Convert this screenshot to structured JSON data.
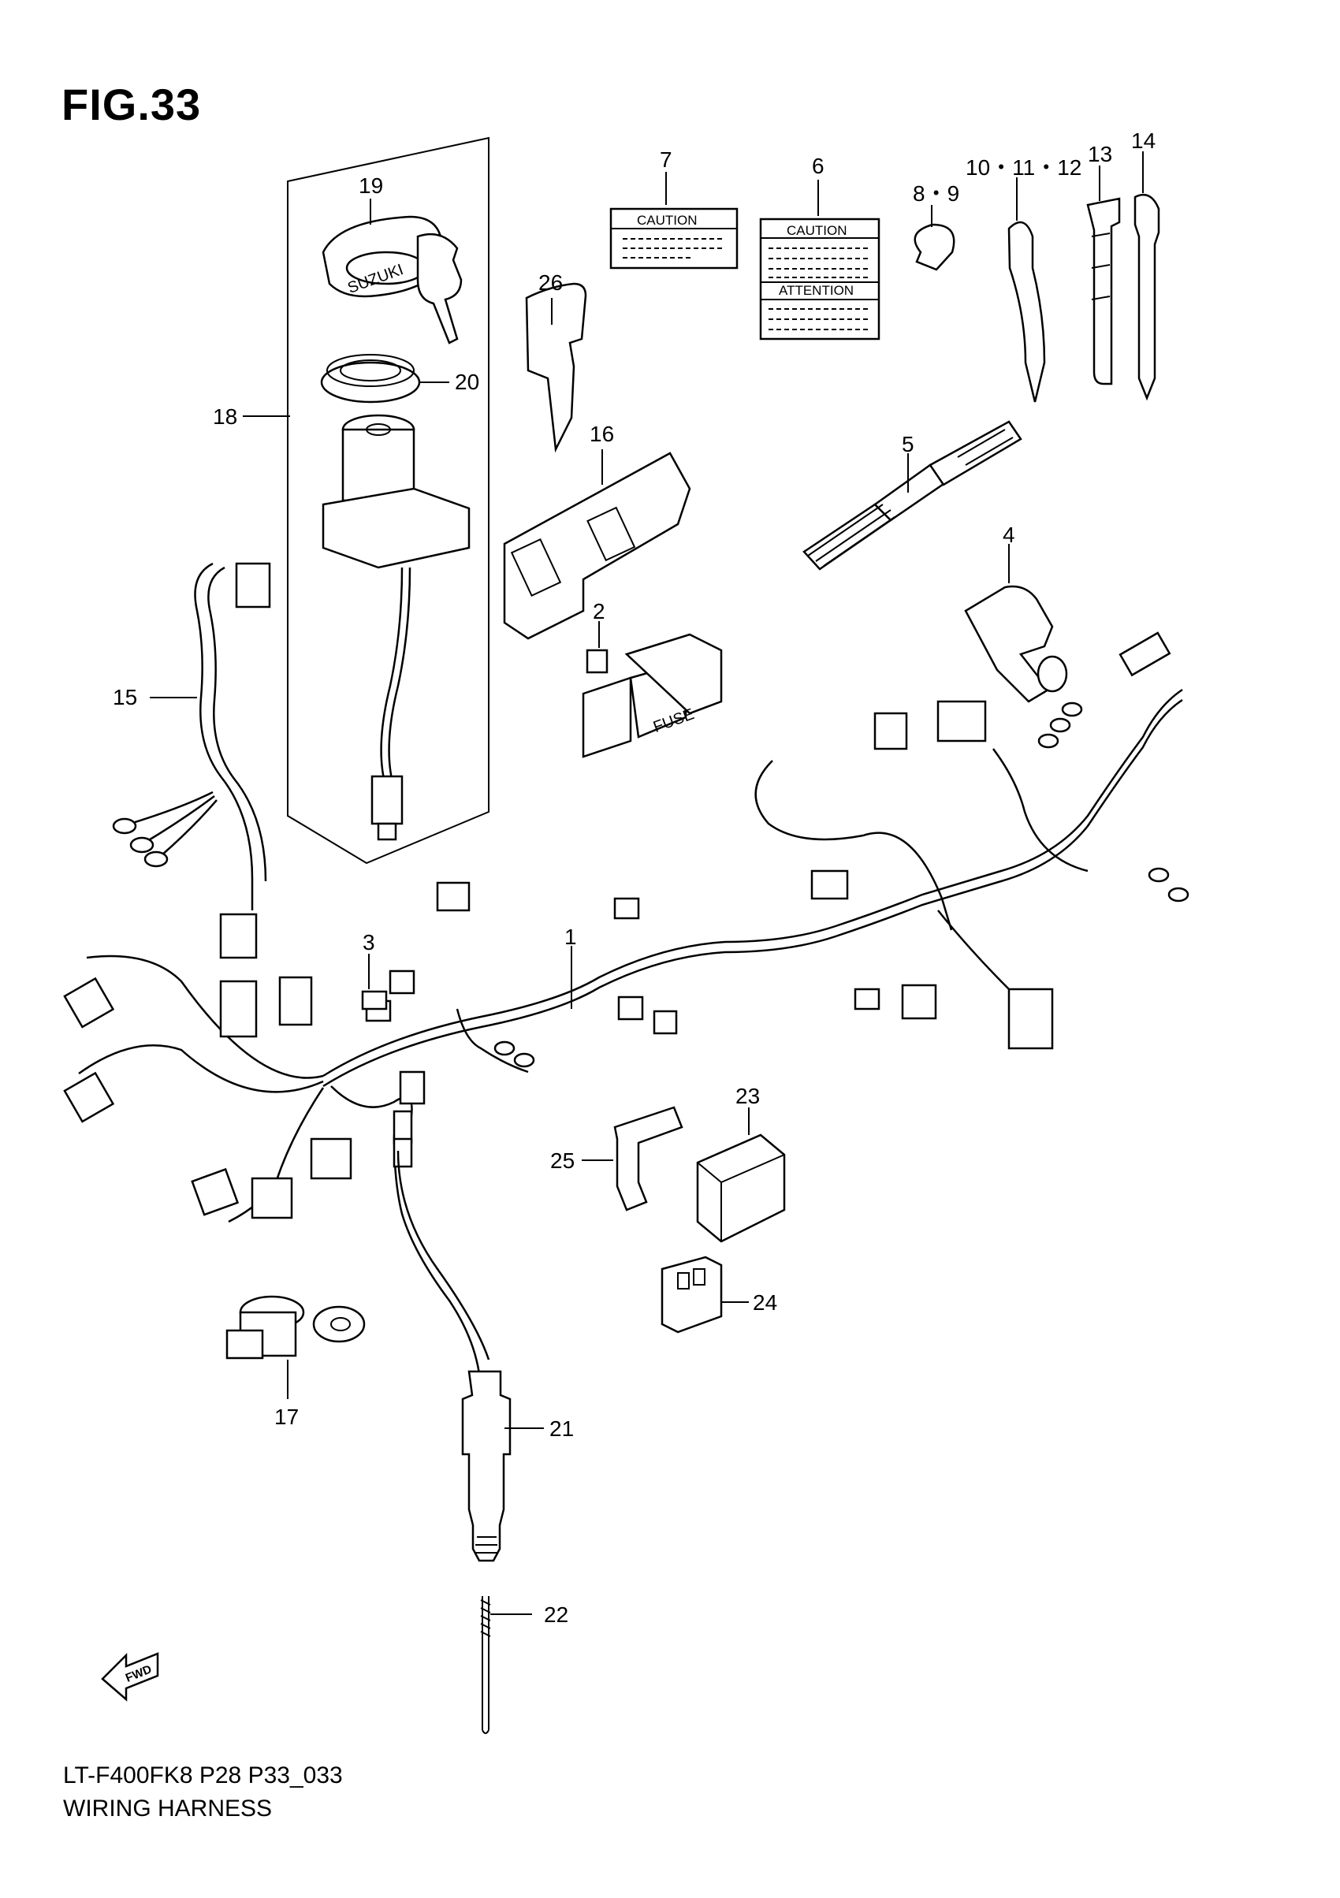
{
  "figure": {
    "title": "FIG.33"
  },
  "footer": {
    "line1": "LT-F400FK8 P28 P33_033",
    "line2": "WIRING HARNESS"
  },
  "labels": {
    "caution_small": "CAUTION",
    "caution_large": "CAUTION",
    "attention": "ATTENTION",
    "fuse": "FUSE",
    "key_brand": "SUZUKI",
    "fwd": "FWD"
  },
  "parts": [
    {
      "id": "p1",
      "number": "1"
    },
    {
      "id": "p2",
      "number": "2"
    },
    {
      "id": "p3",
      "number": "3"
    },
    {
      "id": "p4",
      "number": "4"
    },
    {
      "id": "p5",
      "number": "5"
    },
    {
      "id": "p6",
      "number": "6"
    },
    {
      "id": "p7",
      "number": "7"
    },
    {
      "id": "p89",
      "number": "8・9"
    },
    {
      "id": "p1012",
      "number": "10・11・12"
    },
    {
      "id": "p13",
      "number": "13"
    },
    {
      "id": "p14",
      "number": "14"
    },
    {
      "id": "p15",
      "number": "15"
    },
    {
      "id": "p16",
      "number": "16"
    },
    {
      "id": "p17",
      "number": "17"
    },
    {
      "id": "p18",
      "number": "18"
    },
    {
      "id": "p19",
      "number": "19"
    },
    {
      "id": "p20",
      "number": "20"
    },
    {
      "id": "p21",
      "number": "21"
    },
    {
      "id": "p22",
      "number": "22"
    },
    {
      "id": "p23",
      "number": "23"
    },
    {
      "id": "p24",
      "number": "24"
    },
    {
      "id": "p25",
      "number": "25"
    },
    {
      "id": "p26",
      "number": "26"
    }
  ]
}
